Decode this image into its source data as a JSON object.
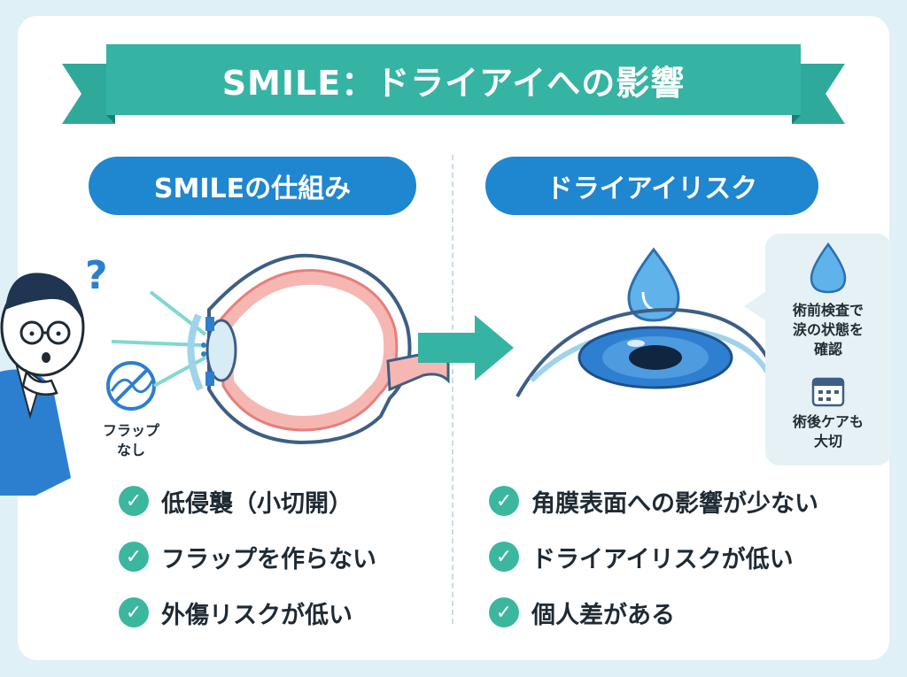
{
  "title": "SMILE：ドライアイへの影響",
  "left_panel": {
    "heading": "SMILEの仕組み",
    "flap_label_line1": "フラップ",
    "flap_label_line2": "なし",
    "points": [
      "低侵襲（小切開）",
      "フラップを作らない",
      "外傷リスクが低い"
    ]
  },
  "right_panel": {
    "heading": "ドライアイリスク",
    "side_note": {
      "pre_op_line1": "術前検査で",
      "pre_op_line2": "涙の状態を",
      "pre_op_line3": "確認",
      "post_op_line1": "術後ケアも",
      "post_op_line2": "大切"
    },
    "points": [
      "角膜表面への影響が少ない",
      "ドライアイリスクが低い",
      "個人差がある"
    ]
  },
  "colors": {
    "banner": "#2ea99a",
    "banner_dark": "#1e7d73",
    "pill": "#1f86d0",
    "check": "#3bb7a0",
    "iris": "#2f7fd0",
    "tear": "#5fb3ea"
  },
  "icons": {
    "check": "check-icon",
    "question": "question-mark-icon",
    "no_flap": "no-flap-icon",
    "arrow": "arrow-right-icon",
    "tear": "tear-drop-icon",
    "calendar": "calendar-icon"
  }
}
